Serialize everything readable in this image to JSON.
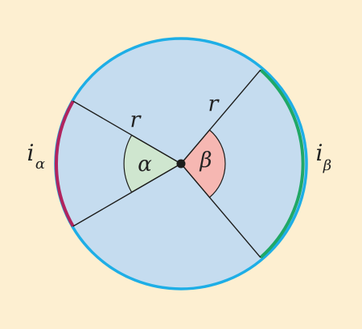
{
  "labels": {
    "radius_upper_left": "r",
    "radius_upper_right": "r",
    "angle_alpha": "α",
    "angle_beta": "β",
    "arc_alpha_base": "i",
    "arc_alpha_sub": "α",
    "arc_beta_base": "i",
    "arc_beta_sub": "β"
  },
  "colors": {
    "background": "#fdefd1",
    "disk_fill": "#c5dcef",
    "circle_stroke": "#1eaee6",
    "arc_alpha": "#b1245e",
    "arc_beta": "#20a866",
    "sector_alpha_fill": "#cfe6cf",
    "sector_beta_fill": "#f6b7b2",
    "lines": "#1d1d1b"
  }
}
